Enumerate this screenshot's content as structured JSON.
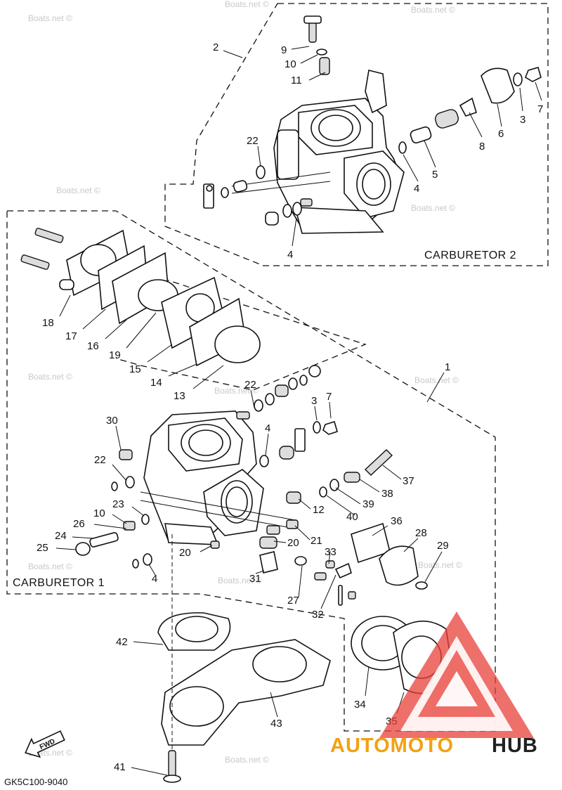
{
  "diagram": {
    "code": "GK5C100-9040",
    "carb1_label": "CARBURETOR 1",
    "carb2_label": "CARBURETOR 2",
    "fwd_label": "FWD",
    "watermark": "Boats.net ©",
    "logo_text_a": "AUTOMOTO",
    "logo_text_b": "HUB"
  },
  "callouts": [
    {
      "id": "c2",
      "text": "2"
    },
    {
      "id": "c9",
      "text": "9"
    },
    {
      "id": "c10a",
      "text": "10"
    },
    {
      "id": "c11",
      "text": "11"
    },
    {
      "id": "c22a",
      "text": "22"
    },
    {
      "id": "c4a",
      "text": "4"
    },
    {
      "id": "c5",
      "text": "5"
    },
    {
      "id": "c6",
      "text": "6"
    },
    {
      "id": "c3a",
      "text": "3"
    },
    {
      "id": "c7a",
      "text": "7"
    },
    {
      "id": "c8",
      "text": "8"
    },
    {
      "id": "c4b",
      "text": "4"
    },
    {
      "id": "c18",
      "text": "18"
    },
    {
      "id": "c17",
      "text": "17"
    },
    {
      "id": "c16",
      "text": "16"
    },
    {
      "id": "c19",
      "text": "19"
    },
    {
      "id": "c15",
      "text": "15"
    },
    {
      "id": "c14",
      "text": "14"
    },
    {
      "id": "c13",
      "text": "13"
    },
    {
      "id": "c1",
      "text": "1"
    },
    {
      "id": "c22b",
      "text": "22"
    },
    {
      "id": "c3b",
      "text": "3"
    },
    {
      "id": "c7b",
      "text": "7"
    },
    {
      "id": "c30",
      "text": "30"
    },
    {
      "id": "c4c",
      "text": "4"
    },
    {
      "id": "c22c",
      "text": "22"
    },
    {
      "id": "c37",
      "text": "37"
    },
    {
      "id": "c38",
      "text": "38"
    },
    {
      "id": "c23",
      "text": "23"
    },
    {
      "id": "c12",
      "text": "12"
    },
    {
      "id": "c39",
      "text": "39"
    },
    {
      "id": "c10b",
      "text": "10"
    },
    {
      "id": "c40",
      "text": "40"
    },
    {
      "id": "c26",
      "text": "26"
    },
    {
      "id": "c36",
      "text": "36"
    },
    {
      "id": "c24",
      "text": "24"
    },
    {
      "id": "c25",
      "text": "25"
    },
    {
      "id": "c28",
      "text": "28"
    },
    {
      "id": "c21",
      "text": "21"
    },
    {
      "id": "c20a",
      "text": "20"
    },
    {
      "id": "c20b",
      "text": "20"
    },
    {
      "id": "c29",
      "text": "29"
    },
    {
      "id": "c33",
      "text": "33"
    },
    {
      "id": "c4d",
      "text": "4"
    },
    {
      "id": "c31",
      "text": "31"
    },
    {
      "id": "c27",
      "text": "27"
    },
    {
      "id": "c32",
      "text": "32"
    },
    {
      "id": "c42",
      "text": "42"
    },
    {
      "id": "c34",
      "text": "34"
    },
    {
      "id": "c35",
      "text": "35"
    },
    {
      "id": "c43",
      "text": "43"
    },
    {
      "id": "c41",
      "text": "41"
    }
  ],
  "colors": {
    "logo_red": "#e8403a",
    "logo_orange": "#f2a114",
    "ink": "#111111"
  }
}
